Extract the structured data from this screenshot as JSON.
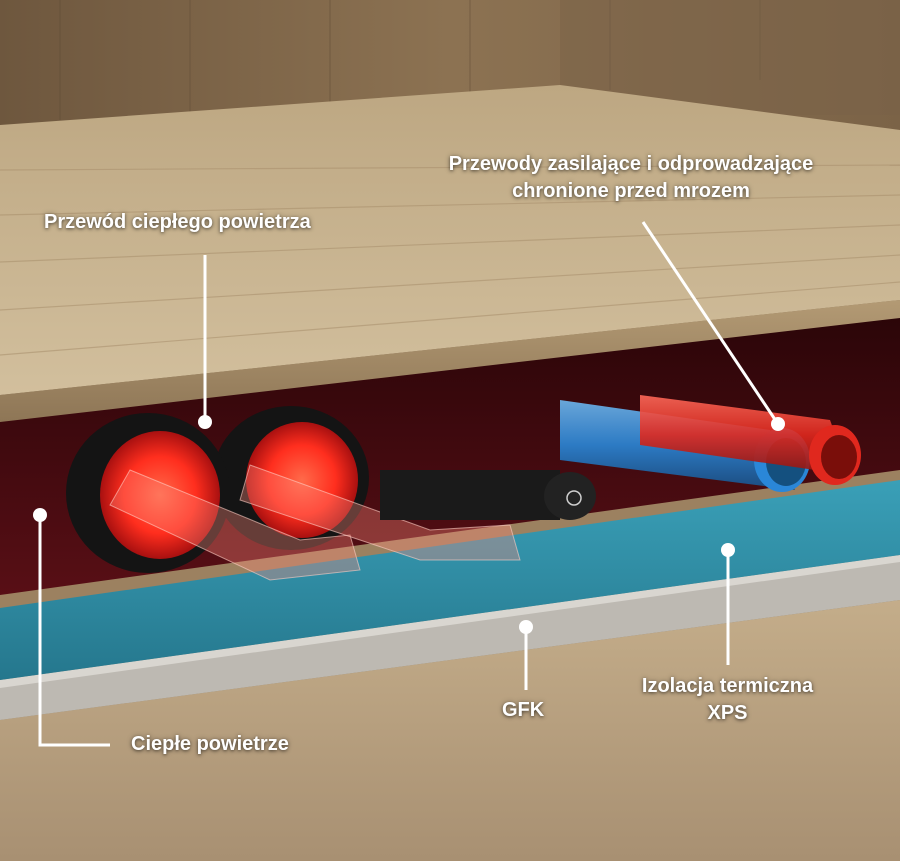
{
  "labels": {
    "warm_air_duct": "Przewód ciepłego powietrza",
    "supply_lines_line1": "Przewody zasilające i odprowadzające",
    "supply_lines_line2": "chronione przed mrozem",
    "warm_air": "Ciepłe powietrze",
    "gfk": "GFK",
    "insulation_line1": "Izolacja termiczna",
    "insulation_line2": "XPS"
  },
  "colors": {
    "wood": "#c7b291",
    "cavity": "#4a0c12",
    "duct_black": "#141414",
    "duct_glow": "#ff3b2a",
    "pipe_blue": "#2a87d8",
    "pipe_red": "#e0281e",
    "xps_teal": "#2e8fa6",
    "gfk_gray": "#bdb9b2",
    "callout_white": "#ffffff"
  }
}
